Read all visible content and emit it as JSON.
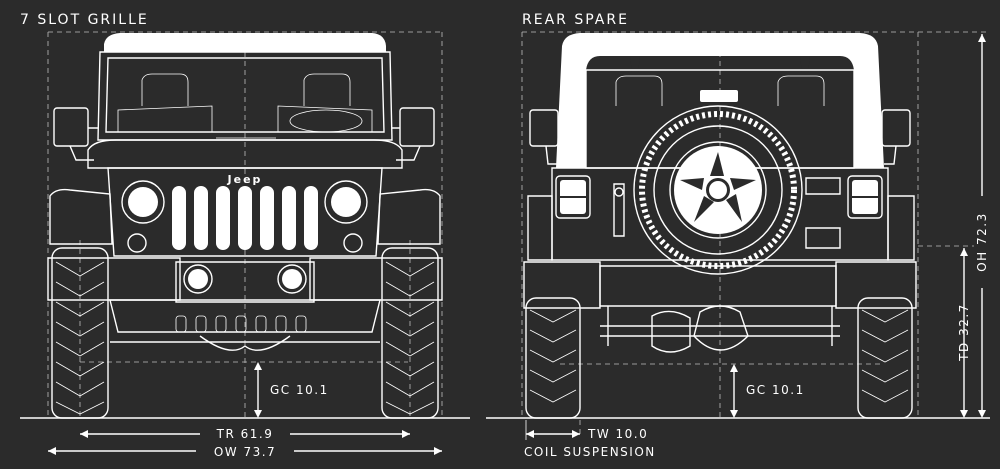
{
  "front_view": {
    "title": "7 SLOT GRILLE",
    "badge": "Jeep",
    "dims": {
      "ground_clearance": "GC 10.1",
      "track": "TR 61.9",
      "overall_width": "OW 73.7"
    }
  },
  "rear_view": {
    "title": "REAR SPARE",
    "dims": {
      "ground_clearance": "GC 10.1",
      "tire_width": "TW 10.0",
      "suspension": "COIL SUSPENSION",
      "tire_diameter": "TD 32.7",
      "overall_height": "OH 72.3"
    }
  },
  "colors": {
    "background": "#2b2b2b",
    "lines": "#ffffff"
  }
}
